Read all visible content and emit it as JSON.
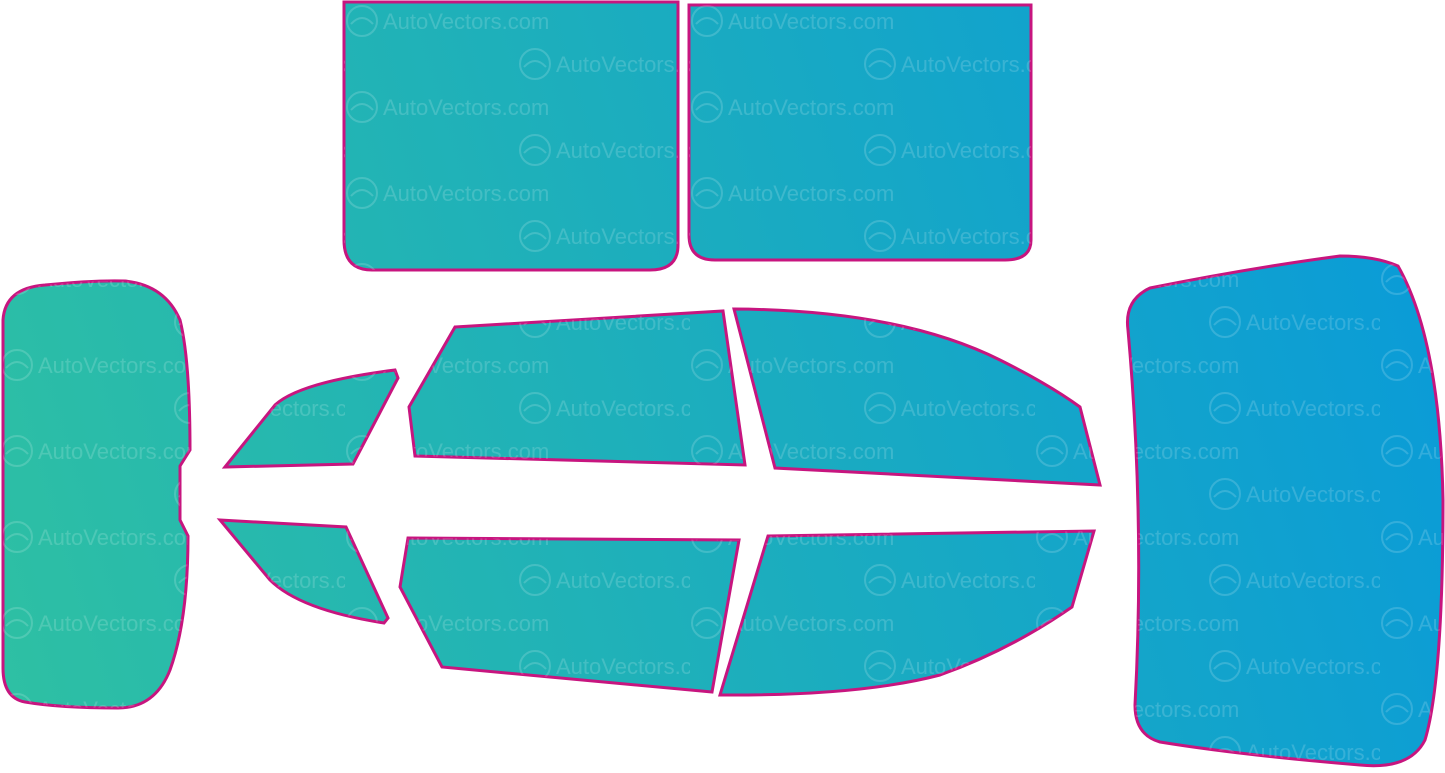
{
  "watermark": {
    "text": "AutoVectors.com",
    "logo_icon": "car-badge-icon"
  },
  "colors": {
    "gradient_start": "#2ec0a3",
    "gradient_end": "#0a9bd8",
    "outline": "#c7157f",
    "background": "#ffffff"
  },
  "template": {
    "panels": [
      {
        "id": "rear-windshield-left-panel"
      },
      {
        "id": "rear-windshield-right-panel"
      },
      {
        "id": "windshield-panel"
      },
      {
        "id": "rear-window-panel"
      },
      {
        "id": "quarter-glass-upper-panel"
      },
      {
        "id": "rear-door-window-upper-panel"
      },
      {
        "id": "front-door-window-upper-panel"
      },
      {
        "id": "quarter-glass-lower-panel"
      },
      {
        "id": "rear-door-window-lower-panel"
      },
      {
        "id": "front-door-window-lower-panel"
      }
    ]
  }
}
